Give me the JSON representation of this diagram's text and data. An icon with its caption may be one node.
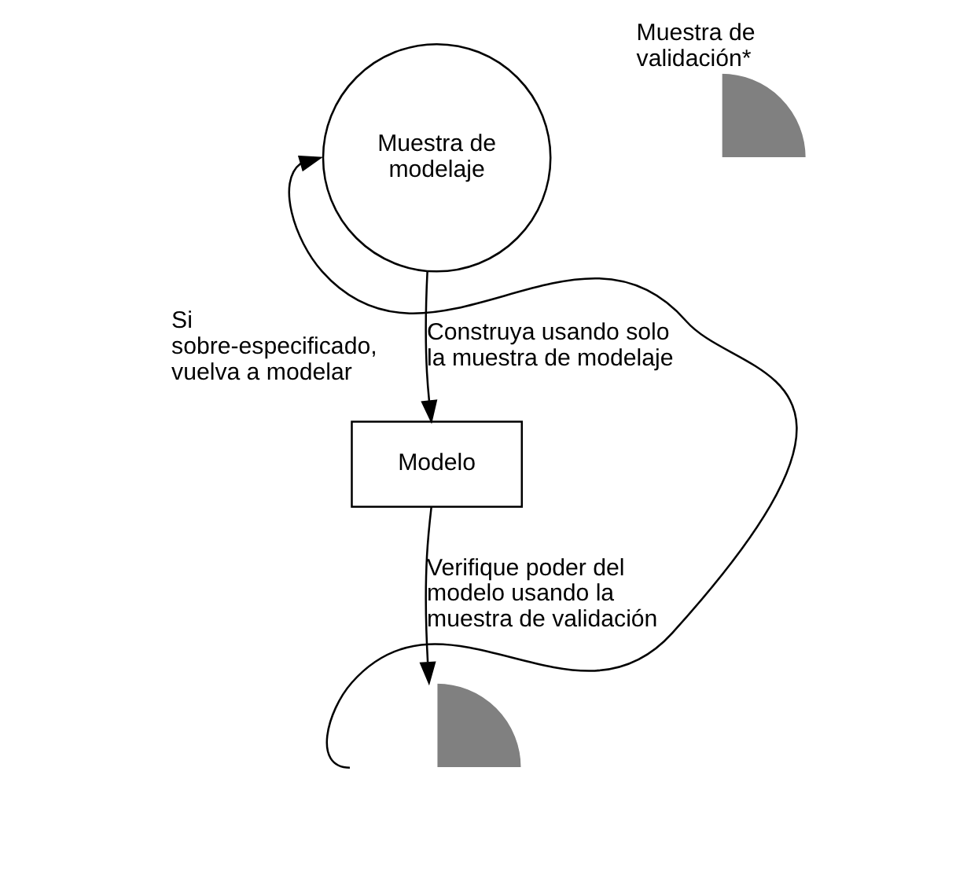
{
  "diagram": {
    "nodes": [
      {
        "text": [
          "Muestra de modelaje"
        ]
      },
      {
        "text": [],
        "shape": "quarter-circle",
        "beside": [
          "Muestra de validación*"
        ]
      },
      {
        "text": [
          "Modelo"
        ]
      },
      {
        "text": [],
        "shape": "quarter-circle"
      }
    ],
    "edges": [
      {
        "from": 0,
        "to": 2,
        "arrow": "to",
        "label": "Construya usando solo la muestra de modelaje"
      },
      {
        "from": 2,
        "to": 3,
        "arrow": "to",
        "label": "Verifique poder del modelo usando la muestra de validación"
      },
      {
        "from": 3,
        "to": 0,
        "arrow": "to",
        "label": "Si sobre-especificado, vuelva a modelar"
      }
    ]
  }
}
